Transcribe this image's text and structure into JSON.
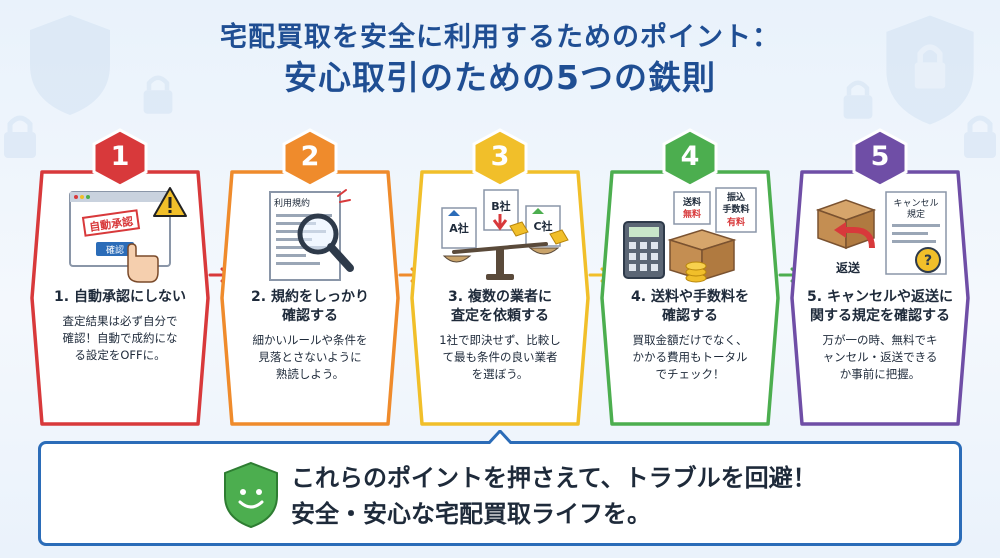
{
  "title": {
    "line1": "宅配買取を安全に利用するためのポイント：",
    "line2": "安心取引のための5つの鉄則"
  },
  "colors": {
    "red": "#d8393b",
    "orange": "#ef8b2c",
    "yellow": "#f1bf2a",
    "green": "#4cae4f",
    "purple": "#6f4ea6",
    "title_blue": "#1f4e93",
    "banner_border": "#2b6cb8"
  },
  "steps": [
    {
      "number": "1",
      "heading": [
        "1. 自動承認にしない"
      ],
      "description": [
        "査定結果は必ず自分で",
        "確認！自動で成約にな",
        "る設定をOFFに。"
      ],
      "illustration": {
        "stamp": "自動承認",
        "button": "確認",
        "icons": [
          "browser-window-icon",
          "warning-icon",
          "pointing-hand-icon"
        ]
      }
    },
    {
      "number": "2",
      "heading": [
        "2. 規約をしっかり",
        "確認する"
      ],
      "description": [
        "細かいルールや条件を",
        "見落とさないように",
        "熟読しよう。"
      ],
      "illustration": {
        "doc_title": "利用規約",
        "icons": [
          "document-icon",
          "magnifier-icon"
        ]
      }
    },
    {
      "number": "3",
      "heading": [
        "3. 複数の業者に",
        "査定を依頼する"
      ],
      "description": [
        "1社で即決せず、比較し",
        "て最も条件の良い業者",
        "を選ぼう。"
      ],
      "illustration": {
        "companies": [
          "A社",
          "B社",
          "C社"
        ],
        "icons": [
          "scale-icon",
          "price-tag-icon"
        ]
      }
    },
    {
      "number": "4",
      "heading": [
        "4. 送料や手数料を",
        "確認する"
      ],
      "description": [
        "買取金額だけでなく、",
        "かかる費用もトータル",
        "でチェック！"
      ],
      "illustration": {
        "note1": [
          "送料",
          "無料"
        ],
        "note2": [
          "振込",
          "手数料",
          "有料"
        ],
        "icons": [
          "calculator-icon",
          "box-icon",
          "coins-icon"
        ]
      }
    },
    {
      "number": "5",
      "heading": [
        "5. キャンセルや返送に",
        "関する規定を確認する"
      ],
      "description": [
        "万が一の時、無料でキ",
        "ャンセル・返送できる",
        "か事前に把握。"
      ],
      "illustration": {
        "return_label": "返送",
        "doc_title": [
          "キャンセル",
          "規定"
        ],
        "icons": [
          "box-icon",
          "return-arrow-icon",
          "question-icon"
        ]
      }
    }
  ],
  "banner": {
    "line1": "これらのポイントを押さえて、トラブルを回避！",
    "line2": "安全・安心な宅配買取ライフを。"
  }
}
